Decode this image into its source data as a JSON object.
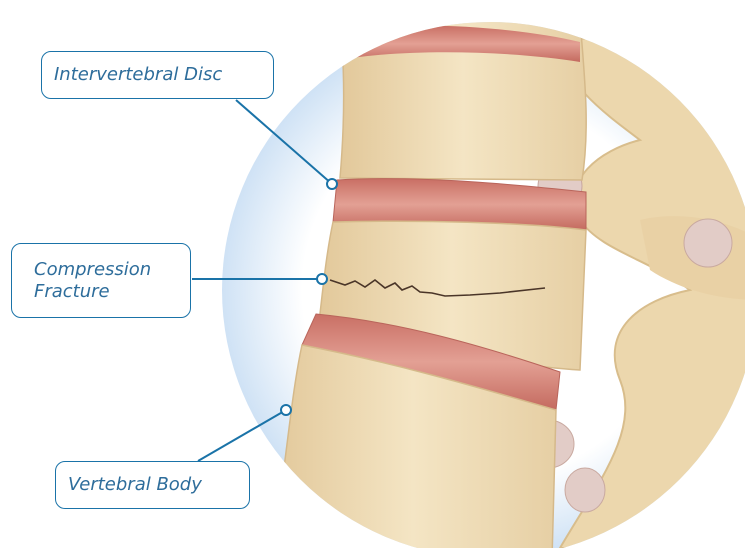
{
  "labels": {
    "intervertebral_disc": "Intervertebral Disc",
    "compression_fracture": "Compression\nFracture",
    "vertebral_body": "Vertebral Body"
  },
  "colors": {
    "leader_line": "#1a73a8",
    "label_text": "#2e6d9b",
    "bone": "#efdcb5",
    "disc": "#d8877a",
    "background_glow": "#cfe2f5"
  }
}
